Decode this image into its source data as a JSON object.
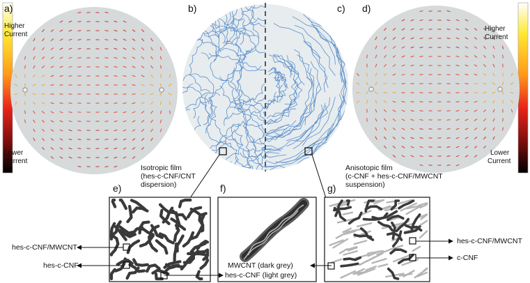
{
  "panels": {
    "a": "a)",
    "b": "b)",
    "c": "c)",
    "d": "d)",
    "e": "e)",
    "f": "f)",
    "g": "g)"
  },
  "colorbar_left": {
    "top_line1": "Higher",
    "top_line2": "Current",
    "bottom_line1": "Lower",
    "bottom_line2": "Current"
  },
  "colorbar_right": {
    "top_line1": "Higher",
    "top_line2": "Current",
    "bottom_line1": "Lower",
    "bottom_line2": "Current"
  },
  "colorbar_colors": [
    "#ffffff",
    "#ffe933",
    "#ff9a1a",
    "#e8231a",
    "#7a0d0d",
    "#000000"
  ],
  "isotropic_caption": {
    "line1": "Isotropic film",
    "line2": "(hes-c-CNF/CNT",
    "line3": "dispersion)"
  },
  "anisotropic_caption": {
    "line1": "Anisotopic film",
    "line2": "(c-CNF + hes-c-CNF/MWCNT",
    "line3": "suspension)"
  },
  "labels_e": {
    "mwcnt": "hes-c-CNF/MWCNT",
    "cnf": "hes-c-CNF"
  },
  "labels_f": {
    "line1": "MWCNT (dark grey)",
    "line2": "hes-c-CNF (light grey)"
  },
  "labels_g": {
    "mwcnt": "hes-c-CNF/MWCNT",
    "cnf": "c-CNF"
  },
  "colors": {
    "disc_fill": "#d6dadb",
    "fiber_blue": "#5b8fc9",
    "tube_dark": "#3a3a3a",
    "fiber_light": "#b5b5b5"
  }
}
